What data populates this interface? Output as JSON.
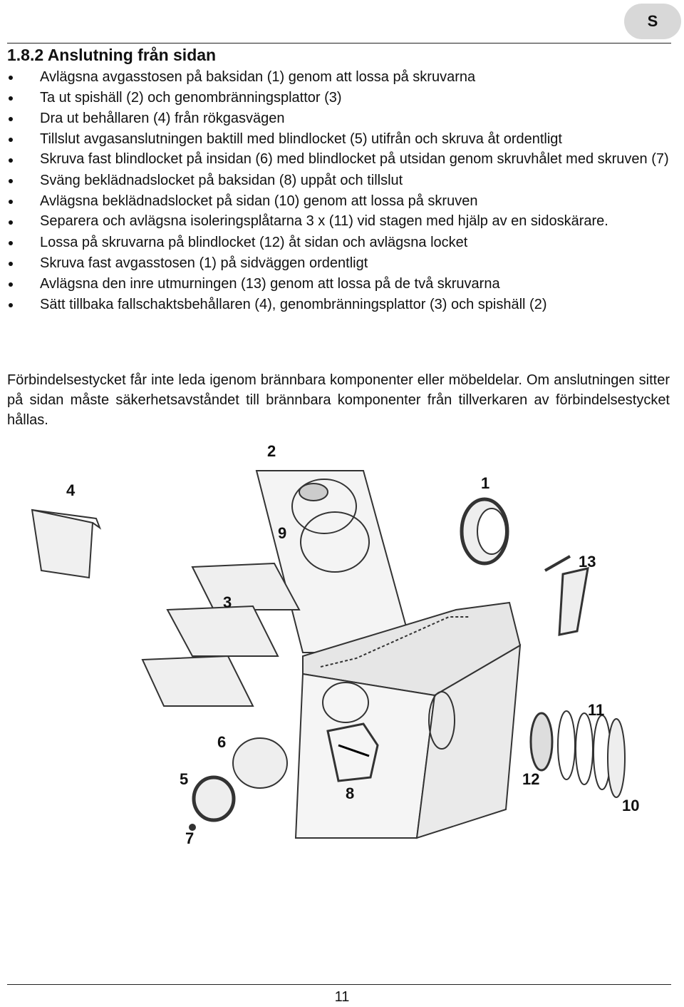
{
  "header": {
    "language_badge": "S"
  },
  "section": {
    "title": "1.8.2 Anslutning från sidan",
    "bullets": [
      "Avlägsna avgasstosen på baksidan (1) genom att lossa på skruvarna",
      "Ta ut spishäll (2) och genombränningsplattor (3)",
      "Dra ut behållaren (4) från rökgasvägen",
      "Tillslut avgasanslutningen baktill med blindlocket (5) utifrån och skruva åt ordentligt",
      "Skruva fast blindlocket på insidan (6) med blindlocket på utsidan genom skruvhålet med skruven (7)",
      "Sväng beklädnadslocket på baksidan (8) uppåt och tillslut",
      "Avlägsna beklädnadslocket på sidan (10) genom att lossa på skruven",
      "Separera och avlägsna isoleringsplåtarna 3 x (11) vid stagen med hjälp av en sidoskärare.",
      "Lossa på skruvarna på blindlocket (12) åt sidan och avlägsna locket",
      "Skruva fast avgasstosen (1) på sidväggen ordentligt",
      "Avlägsna den inre utmurningen (13) genom att lossa på de två skruvarna",
      "Sätt tillbaka fallschaktsbehållaren (4), genombränningsplattor (3) och spishäll (2)"
    ],
    "note": "Förbindelsestycket får inte leda igenom brännbara komponenter eller möbeldelar. Om anslutningen sitter på sidan måste säkerhetsavståndet till brännbara komponenter från tillverkaren av förbindelsestycket hållas."
  },
  "figure": {
    "callouts": [
      "2",
      "4",
      "1",
      "9",
      "13",
      "3",
      "11",
      "6",
      "5",
      "12",
      "8",
      "10",
      "7"
    ]
  },
  "footer": {
    "page_number": "11"
  }
}
